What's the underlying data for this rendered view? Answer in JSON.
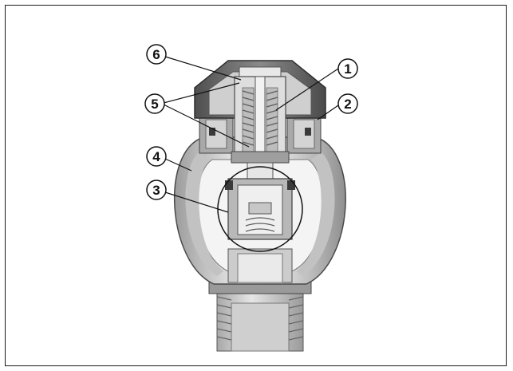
{
  "diagram": {
    "callouts": [
      {
        "id": "1",
        "label": "1"
      },
      {
        "id": "2",
        "label": "2"
      },
      {
        "id": "3",
        "label": "3"
      },
      {
        "id": "4",
        "label": "4"
      },
      {
        "id": "5",
        "label": "5"
      },
      {
        "id": "6",
        "label": "6"
      }
    ]
  },
  "colors": {
    "frame": "#1a1a1a",
    "body_light": "#d9d9d9",
    "body_mid": "#b3b3b3",
    "body_dark": "#5a5a5a",
    "cap_dark": "#6b6b6b",
    "spring": "#8a8a8a"
  }
}
